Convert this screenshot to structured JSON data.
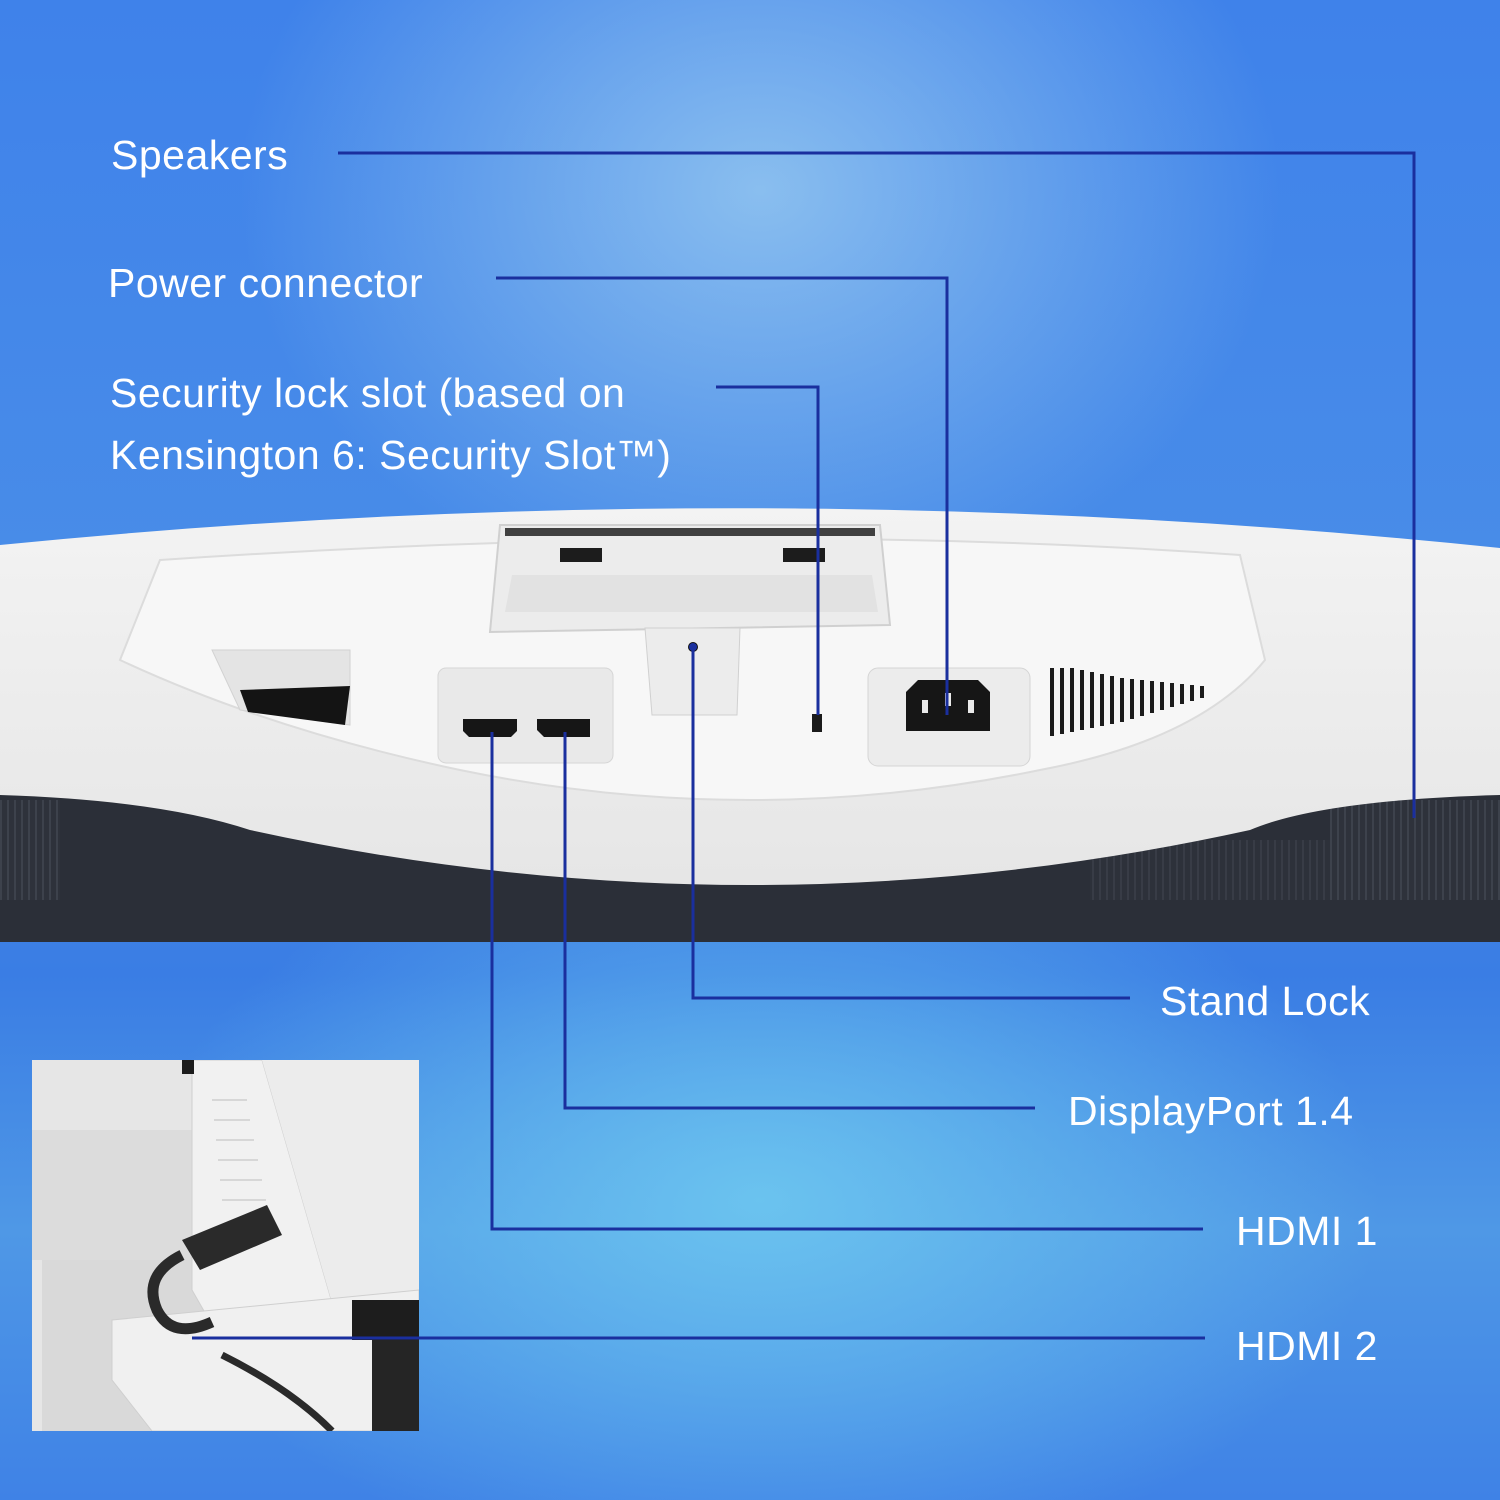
{
  "callouts": {
    "speakers": "Speakers",
    "power_connector": "Power connector",
    "security_line1": "Security lock slot (based on",
    "security_line2": "Kensington 6: Security Slot™)",
    "stand_lock": "Stand Lock",
    "displayport": "DisplayPort 1.4",
    "hdmi1": "HDMI 1",
    "hdmi2": "HDMI 2"
  },
  "colors": {
    "leader_line": "#1a2f9e",
    "label_text": "#ffffff",
    "monitor_white": "#efefef",
    "monitor_dark": "#2b2f38"
  },
  "icons": [
    "hdmi-port-icon",
    "displayport-port-icon",
    "power-socket-icon",
    "security-slot-icon",
    "stand-lock-icon",
    "hdmi-cable-icon"
  ]
}
